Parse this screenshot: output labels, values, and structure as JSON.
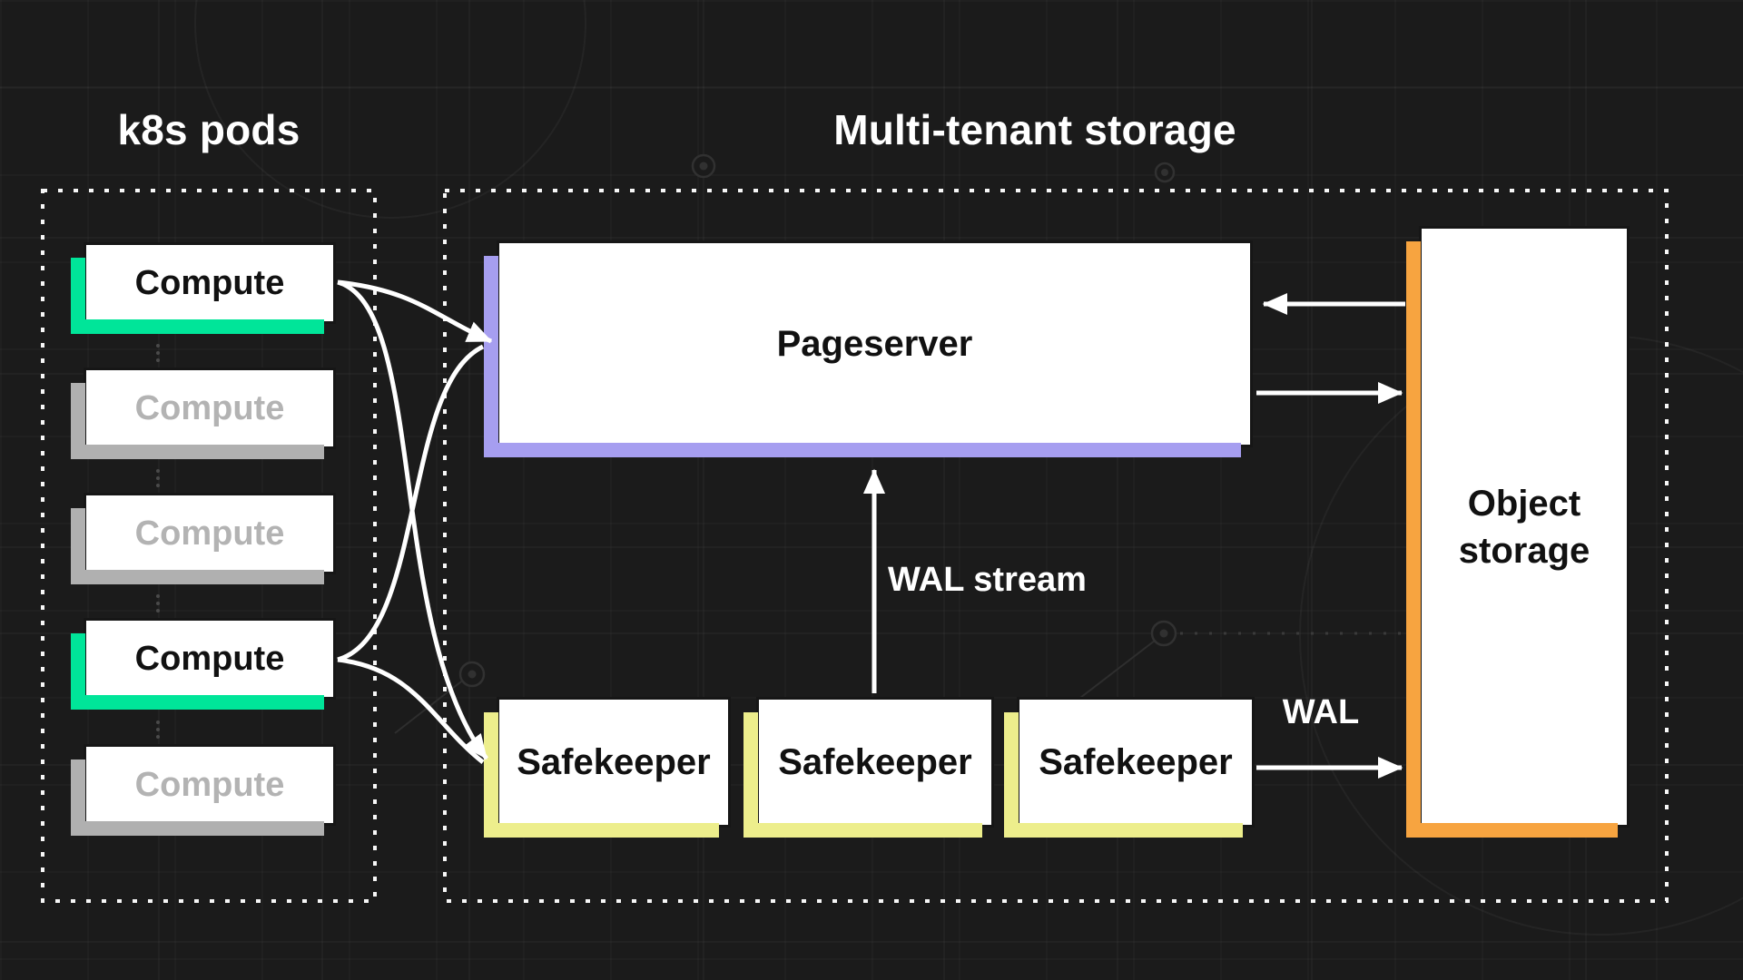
{
  "diagram": {
    "left_group": {
      "title": "k8s pods",
      "computes": [
        {
          "label": "Compute",
          "active": true
        },
        {
          "label": "Compute",
          "active": false
        },
        {
          "label": "Compute",
          "active": false
        },
        {
          "label": "Compute",
          "active": true
        },
        {
          "label": "Compute",
          "active": false
        }
      ]
    },
    "right_group": {
      "title": "Multi-tenant storage",
      "pageserver_label": "Pageserver",
      "safekeeper_labels": [
        "Safekeeper",
        "Safekeeper",
        "Safekeeper"
      ],
      "object_storage_label": "Object storage",
      "wal_stream_label": "WAL stream",
      "wal_label": "WAL"
    }
  },
  "colors": {
    "bg": "#1b1b1b",
    "boxFill": "#ffffff",
    "boxBorder": "#161616",
    "green": "#00e599",
    "gray": "#b0b0b0",
    "purple": "#a69ef0",
    "yellow": "#edee8c",
    "orange": "#f7a440",
    "lineWhite": "#ffffff",
    "inactiveText": "#b3b3b3",
    "darkText": "#111111"
  }
}
